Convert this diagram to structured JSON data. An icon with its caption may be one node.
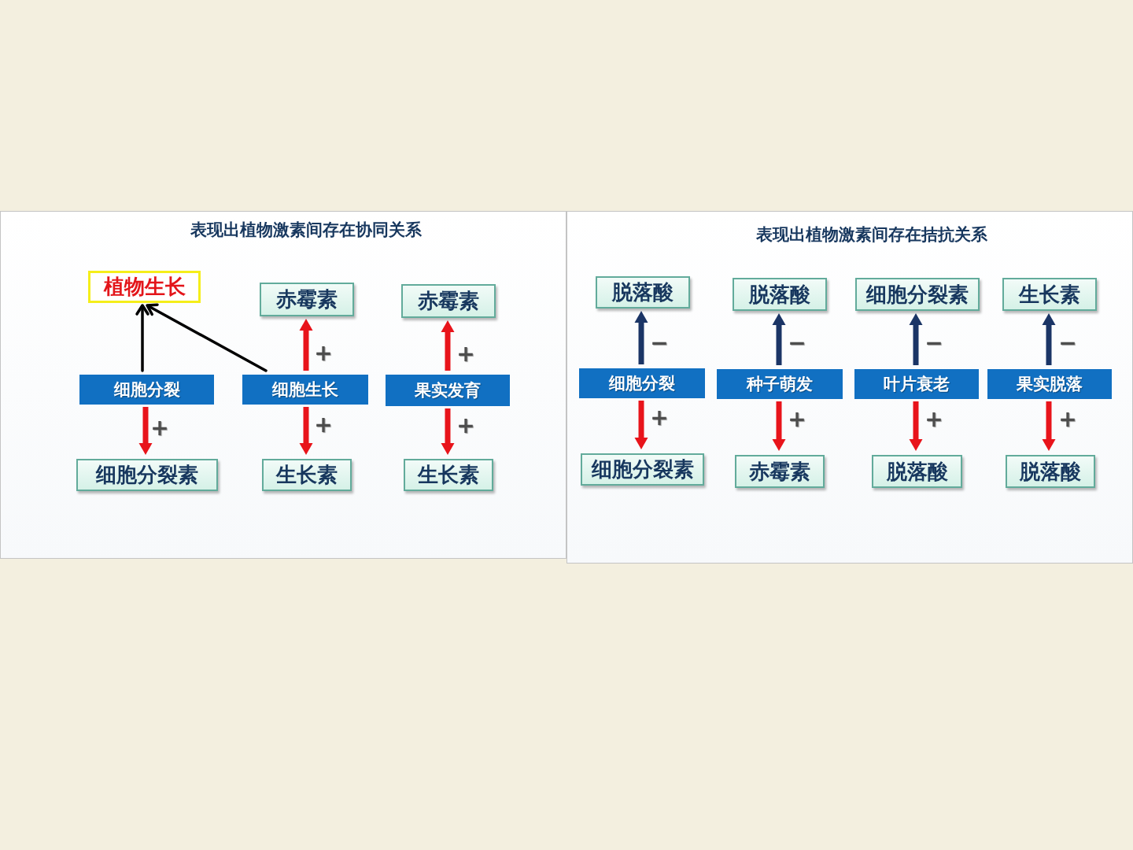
{
  "diagram": {
    "nodes": [
      {
        "text": [
          "表现出植物激素间存在协同关系"
        ]
      },
      {
        "text": [
          "植物生长"
        ],
        "in": 0
      },
      {
        "text": [
          "赤霉素"
        ],
        "in": 0
      },
      {
        "text": [
          "赤霉素"
        ],
        "in": 0
      },
      {
        "text": [
          "细胞分裂"
        ],
        "in": 0
      },
      {
        "text": [
          "细胞生长"
        ],
        "in": 0
      },
      {
        "text": [
          "果实发育"
        ],
        "in": 0
      },
      {
        "text": [
          "细胞分裂素"
        ],
        "in": 0
      },
      {
        "text": [
          "生长素"
        ],
        "in": 0
      },
      {
        "text": [
          "生长素"
        ],
        "in": 0
      },
      {
        "text": [
          "表现出植物激素间存在拮抗关系"
        ]
      },
      {
        "text": [
          "脱落酸"
        ],
        "in": 10
      },
      {
        "text": [
          "脱落酸"
        ],
        "in": 10
      },
      {
        "text": [
          "细胞分裂素"
        ],
        "in": 10
      },
      {
        "text": [
          "生长素"
        ],
        "in": 10
      },
      {
        "text": [
          "细胞分裂"
        ],
        "in": 10
      },
      {
        "text": [
          "种子萌发"
        ],
        "in": 10
      },
      {
        "text": [
          "叶片衰老"
        ],
        "in": 10
      },
      {
        "text": [
          "果实脱落"
        ],
        "in": 10
      },
      {
        "text": [
          "细胞分裂素"
        ],
        "in": 10
      },
      {
        "text": [
          "赤霉素"
        ],
        "in": 10
      },
      {
        "text": [
          "脱落酸"
        ],
        "in": 10
      },
      {
        "text": [
          "脱落酸"
        ],
        "in": 10
      }
    ],
    "edges": [
      {
        "from": 4,
        "to": 1,
        "arrow": "to",
        "color": "#000000"
      },
      {
        "from": 5,
        "to": 1,
        "arrow": "to",
        "color": "#000000"
      },
      {
        "from": 5,
        "to": 2,
        "arrow": "to",
        "label": "+"
      },
      {
        "from": 6,
        "to": 3,
        "arrow": "to",
        "label": "+"
      },
      {
        "from": 4,
        "to": 7,
        "arrow": "to",
        "label": "+"
      },
      {
        "from": 5,
        "to": 8,
        "arrow": "to",
        "label": "+"
      },
      {
        "from": 6,
        "to": 9,
        "arrow": "to",
        "label": "+"
      },
      {
        "from": 15,
        "to": 11,
        "arrow": "to",
        "label": "−",
        "color": "#1b3566"
      },
      {
        "from": 15,
        "to": 19,
        "arrow": "to",
        "label": "+"
      },
      {
        "from": 16,
        "to": 12,
        "arrow": "to",
        "label": "−",
        "color": "#1b3566"
      },
      {
        "from": 16,
        "to": 20,
        "arrow": "to",
        "label": "+"
      },
      {
        "from": 17,
        "to": 13,
        "arrow": "to",
        "label": "−",
        "color": "#1b3566"
      },
      {
        "from": 17,
        "to": 21,
        "arrow": "to",
        "label": "+"
      },
      {
        "from": 18,
        "to": 14,
        "arrow": "to",
        "label": "−",
        "color": "#1b3566"
      },
      {
        "from": 18,
        "to": 22,
        "arrow": "to",
        "label": "+"
      }
    ]
  }
}
